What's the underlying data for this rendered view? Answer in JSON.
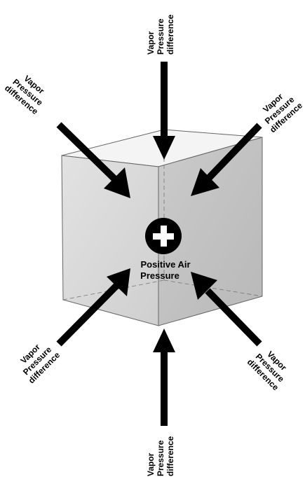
{
  "center": {
    "symbol": "plus-sign",
    "label_line1": "Positive Air",
    "label_line2": "Pressure"
  },
  "arrow_label": {
    "line1": "Vapor",
    "line2": "Pressure",
    "line3": "difference"
  },
  "arrows": [
    {
      "id": "top",
      "label_line1": "Vapor",
      "label_line2": "Pressure",
      "label_line3": "difference"
    },
    {
      "id": "upper-left",
      "label_line1": "Vapor",
      "label_line2": "Pressure",
      "label_line3": "difference"
    },
    {
      "id": "upper-right",
      "label_line1": "Vapor",
      "label_line2": "Pressure",
      "label_line3": "difference"
    },
    {
      "id": "lower-left",
      "label_line1": "Vapor",
      "label_line2": "Pressure",
      "label_line3": "difference"
    },
    {
      "id": "lower-right",
      "label_line1": "Vapor",
      "label_line2": "Pressure",
      "label_line3": "difference"
    },
    {
      "id": "bottom",
      "label_line1": "Vapor",
      "label_line2": "Pressure",
      "label_line3": "difference"
    }
  ],
  "colors": {
    "cube_front": "#d9d9d9",
    "cube_right": "#c4c4c4",
    "cube_top": "#f2f2f2",
    "outline": "#555555",
    "arrow": "#000000",
    "circle": "#000000",
    "plus": "#ffffff"
  }
}
